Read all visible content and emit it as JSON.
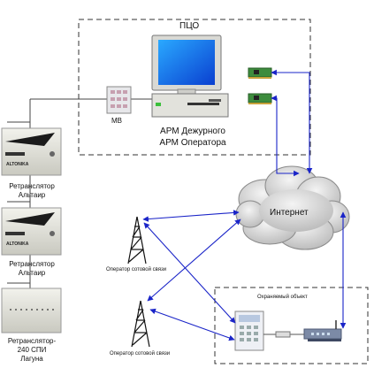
{
  "pco_label": "ПЦО",
  "mb_label": "МВ",
  "arm_line1": "АРМ Дежурного",
  "arm_line2": "АРМ Оператора",
  "internet_label": "Интернет",
  "protected_object_label": "Охраняемый объект",
  "repeater_1": {
    "line1": "Ретранслятор",
    "line2": "Альтаир",
    "brand": "ALTONIKA"
  },
  "repeater_2": {
    "line1": "Ретранслятор",
    "line2": "Альтаир",
    "brand": "ALTONIKA"
  },
  "repeater_3": {
    "line1": "Ретранслятор-",
    "line2": "240 СПИ",
    "line3": "Лагуна"
  },
  "cell_operator_1": "Оператор сотовой связи",
  "cell_operator_2": "Оператор сотовой связи",
  "colors": {
    "link_blue": "#1a24c8",
    "dashed_border": "#333333",
    "wire": "#444444"
  }
}
